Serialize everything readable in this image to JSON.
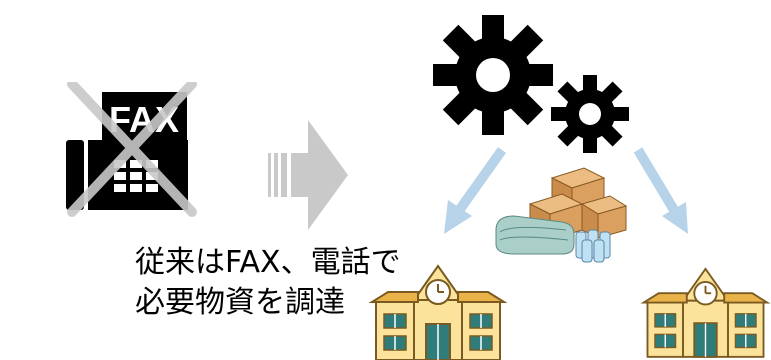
{
  "fax": {
    "label": "FAX"
  },
  "caption": {
    "line1": "従来はFAX、電話で",
    "line2": "必要物資を調達"
  },
  "colors": {
    "black": "#000000",
    "cross": "#c8c8c8",
    "arrow": "#c9c9c9",
    "blue_arrow": "#b7d3ea",
    "box": "#d9a060",
    "towel": "#a9cfc8",
    "bottle": "#bfe1f3",
    "school_wall": "#fbe39b",
    "school_outline": "#7a5a20",
    "window": "#2e7d7a"
  },
  "icons": [
    "fax-icon",
    "cross-mark-icon",
    "right-arrow-icon",
    "gear-icon",
    "supplies-icon",
    "school-icon"
  ]
}
